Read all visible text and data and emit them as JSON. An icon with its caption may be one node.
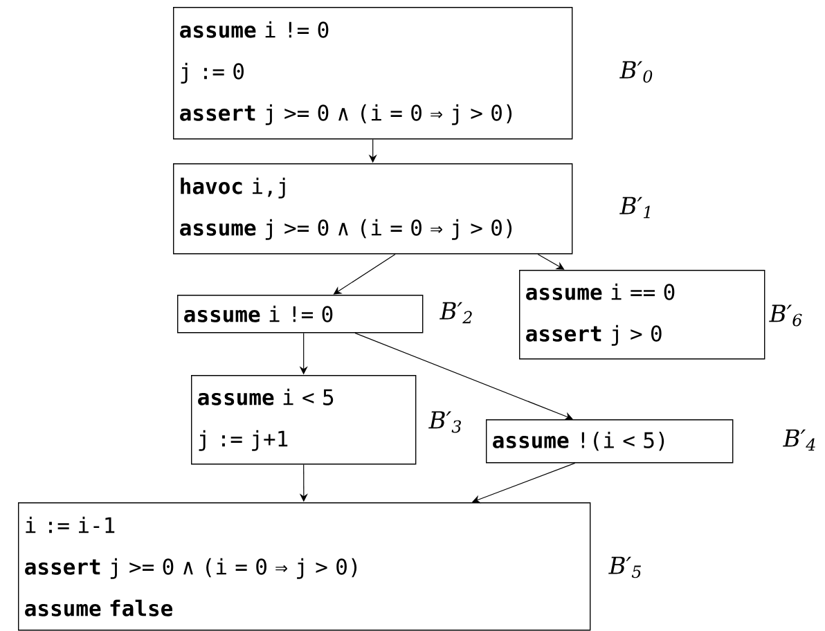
{
  "diagram": {
    "nodes": [
      {
        "text": [
          "**assume** i != 0",
          "j := 0",
          "**assert** j >= 0 ∧ (i = 0 ⇒ j > 0)"
        ],
        "beside": [
          "B′$_{0}$"
        ]
      },
      {
        "text": [
          "**havoc** i,j",
          "**assume** j >= 0 ∧ (i = 0 ⇒ j > 0)"
        ],
        "beside": [
          "B′$_{1}$"
        ]
      },
      {
        "text": [
          "**assume** i != 0"
        ],
        "beside": [
          "B′$_{2}$"
        ]
      },
      {
        "text": [
          "**assume** i < 5",
          "j := j+1"
        ],
        "beside": [
          "B′$_{3}$"
        ]
      },
      {
        "text": [
          "**assume** !(i < 5)"
        ],
        "beside": [
          "B′$_{4}$"
        ]
      },
      {
        "text": [
          "i := i-1",
          "**assert** j >= 0 ∧ (i = 0 ⇒ j > 0)",
          "**assume false**"
        ],
        "beside": [
          "B′$_{5}$"
        ]
      },
      {
        "text": [
          "**assume** i == 0",
          "**assert** j > 0"
        ],
        "beside": [
          "B′$_{6}$"
        ]
      }
    ],
    "edges": [
      {
        "from": 0,
        "to": 1,
        "arrow": "to"
      },
      {
        "from": 1,
        "to": 2,
        "arrow": "to"
      },
      {
        "from": 1,
        "to": 6,
        "arrow": "to"
      },
      {
        "from": 2,
        "to": 3,
        "arrow": "to"
      },
      {
        "from": 2,
        "to": 4,
        "arrow": "to"
      },
      {
        "from": 3,
        "to": 5,
        "arrow": "to"
      },
      {
        "from": 4,
        "to": 5,
        "arrow": "to"
      }
    ]
  }
}
